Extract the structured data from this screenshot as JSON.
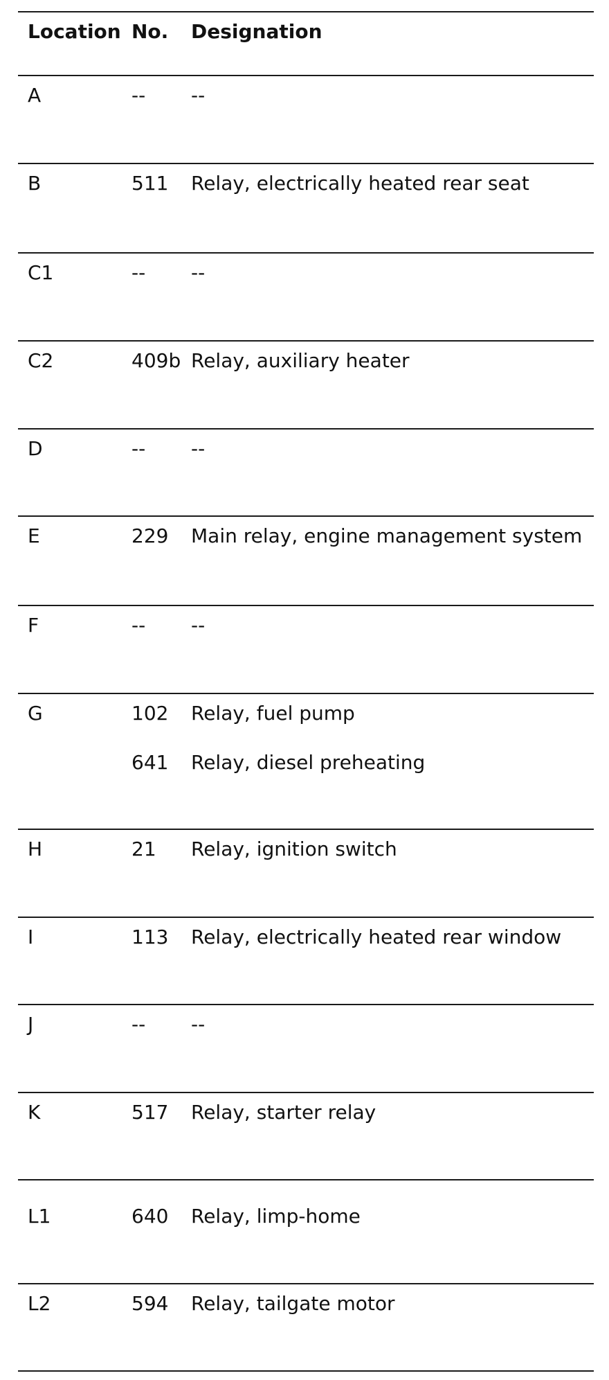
{
  "table": {
    "headers": {
      "location": "Location",
      "no": "No.",
      "designation": "Designation"
    },
    "rows": [
      {
        "location": "A",
        "entries": [
          {
            "no": "--",
            "designation": "--"
          }
        ]
      },
      {
        "location": "B",
        "entries": [
          {
            "no": "511",
            "designation": "Relay, electrically heated rear seat"
          }
        ]
      },
      {
        "location": "C1",
        "entries": [
          {
            "no": "--",
            "designation": "--"
          }
        ]
      },
      {
        "location": "C2",
        "entries": [
          {
            "no": "409b",
            "designation": "Relay, auxiliary heater"
          }
        ]
      },
      {
        "location": "D",
        "entries": [
          {
            "no": "--",
            "designation": "--"
          }
        ]
      },
      {
        "location": "E",
        "entries": [
          {
            "no": "229",
            "designation": "Main relay, engine management system"
          }
        ]
      },
      {
        "location": "F",
        "entries": [
          {
            "no": "--",
            "designation": "--"
          }
        ]
      },
      {
        "location": "G",
        "entries": [
          {
            "no": "102",
            "designation": "Relay, fuel pump"
          },
          {
            "no": "641",
            "designation": "Relay, diesel preheating"
          }
        ]
      },
      {
        "location": "H",
        "entries": [
          {
            "no": "21",
            "designation": "Relay, ignition switch"
          }
        ]
      },
      {
        "location": "I",
        "entries": [
          {
            "no": "113",
            "designation": "Relay, electrically heated rear window"
          }
        ]
      },
      {
        "location": "J",
        "entries": [
          {
            "no": "--",
            "designation": "--"
          }
        ]
      },
      {
        "location": "K",
        "entries": [
          {
            "no": "517",
            "designation": "Relay, starter relay"
          }
        ]
      },
      {
        "location": "L1",
        "entries": [
          {
            "no": "640",
            "designation": "Relay, limp-home"
          }
        ]
      },
      {
        "location": "L2",
        "entries": [
          {
            "no": "594",
            "designation": "Relay, tailgate motor"
          }
        ]
      }
    ]
  }
}
